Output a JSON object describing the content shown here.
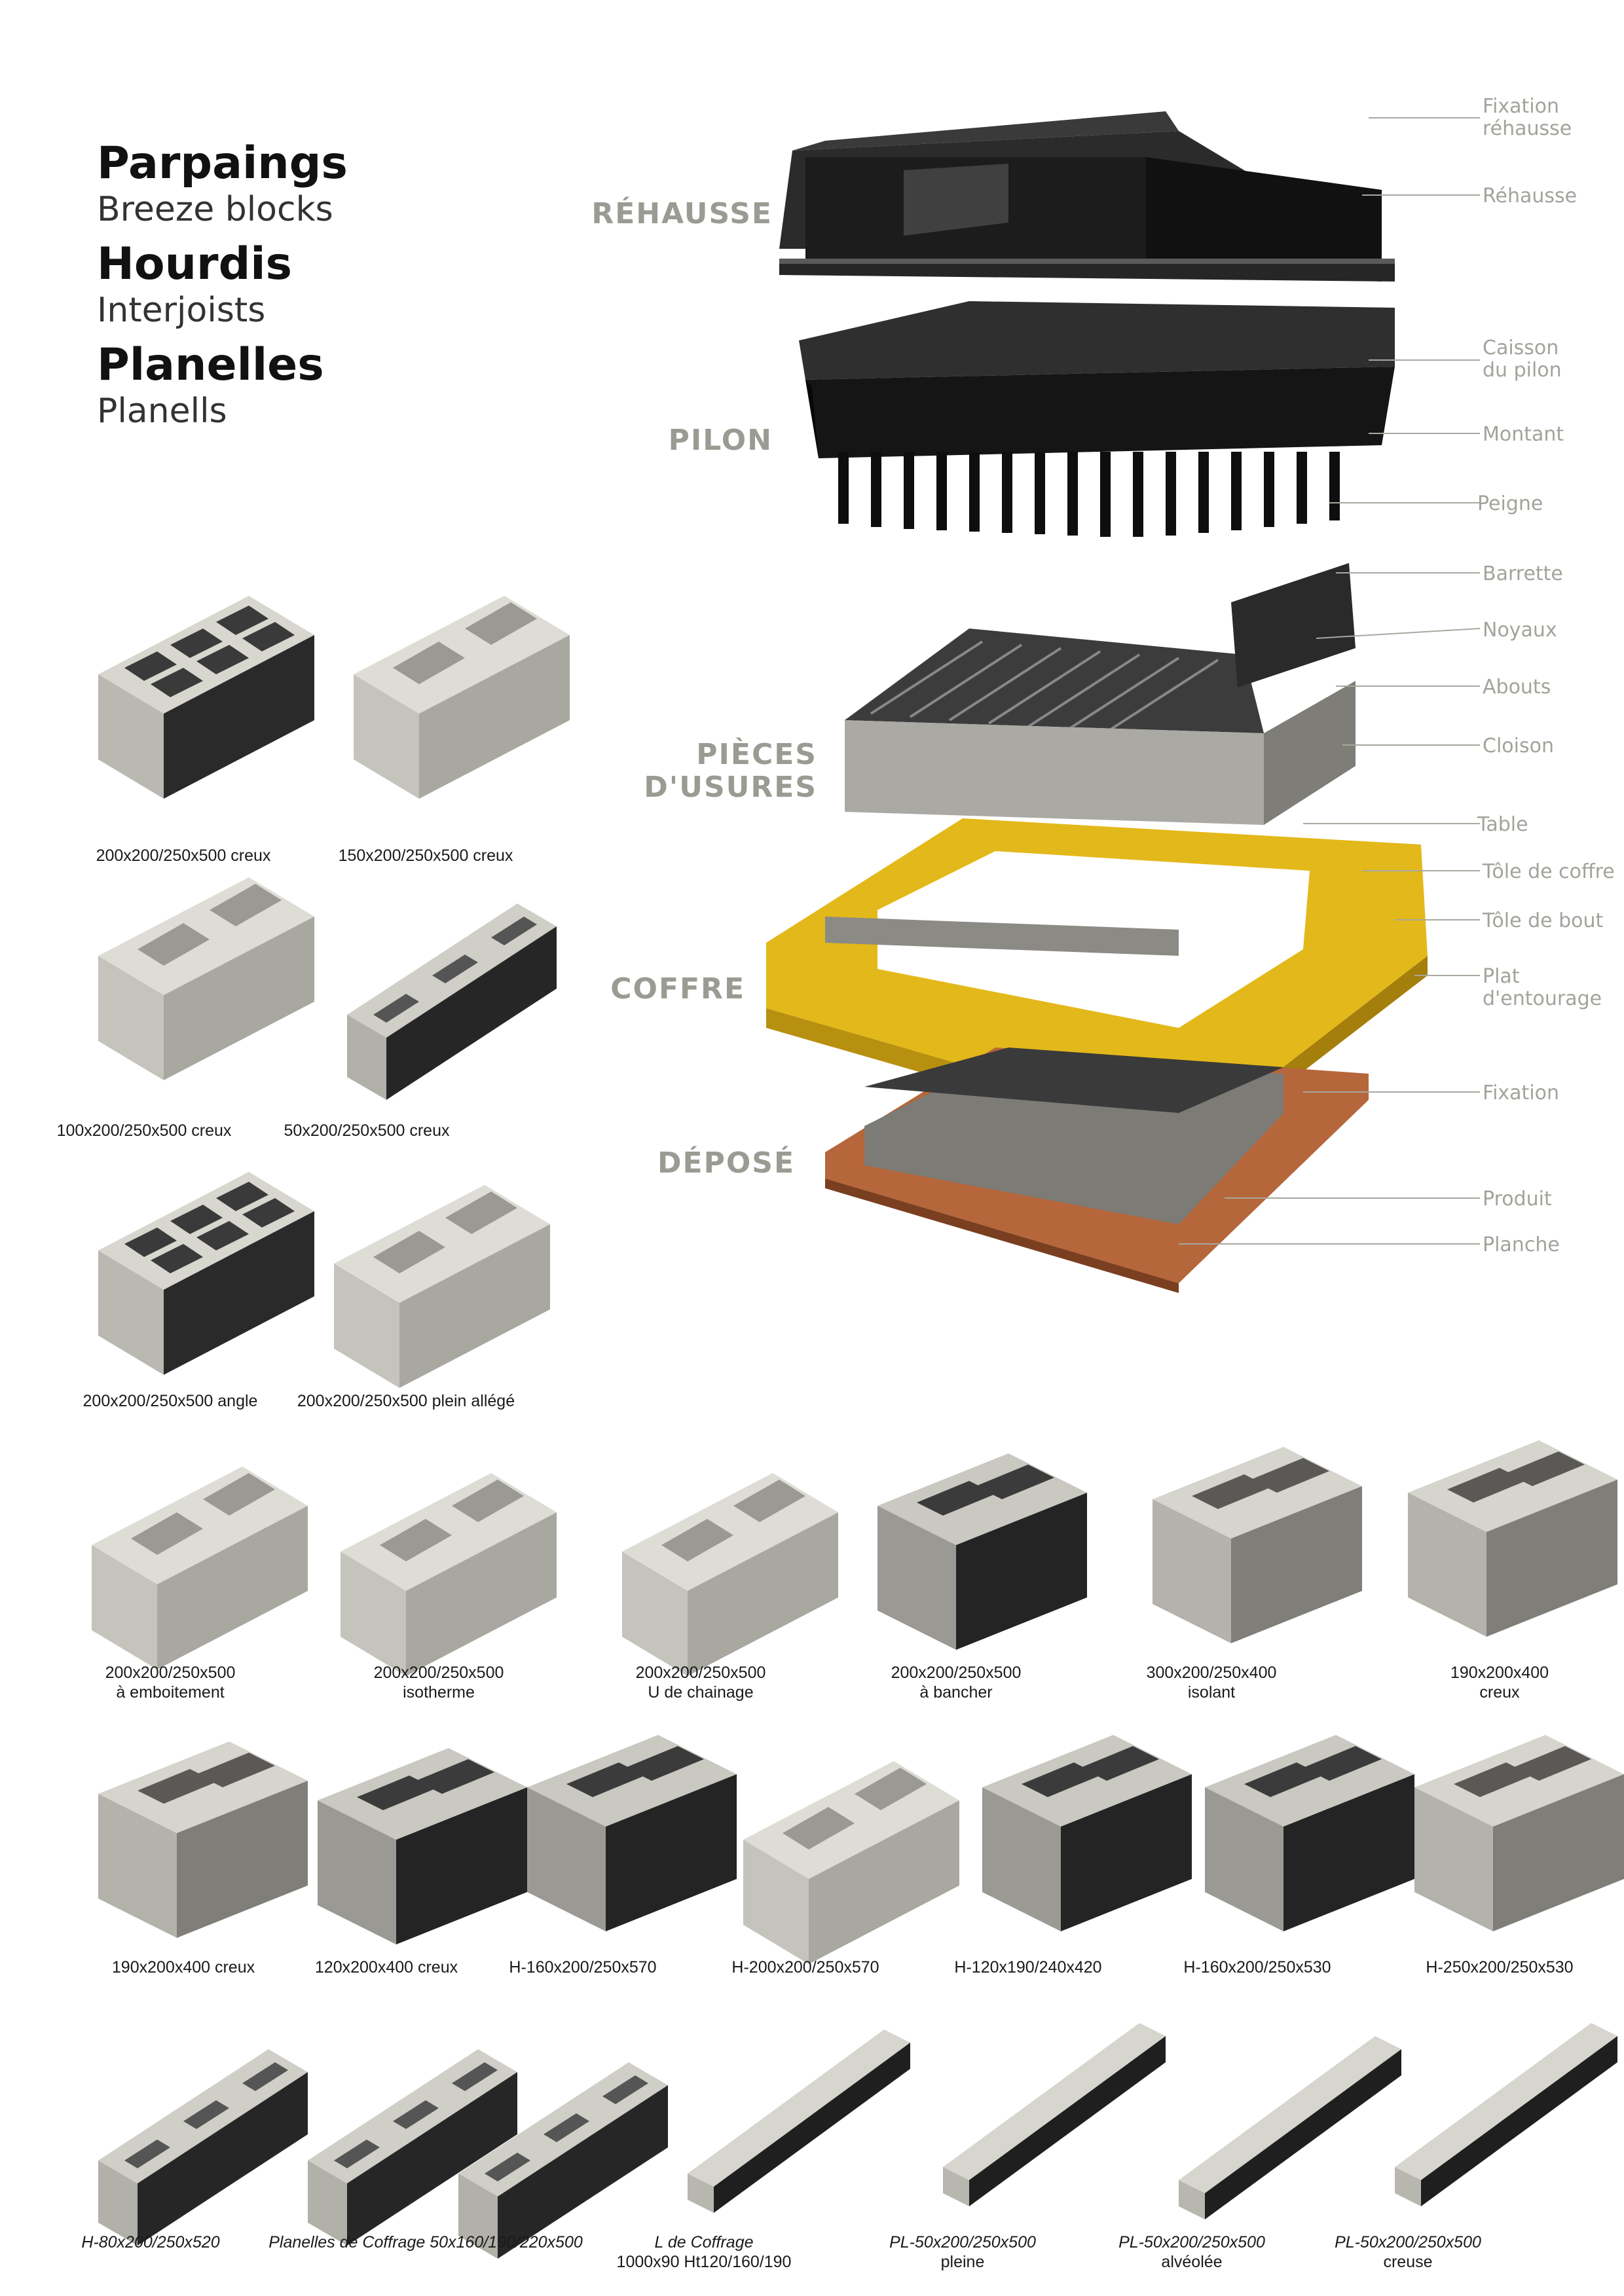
{
  "titles": [
    {
      "main": "Parpaings",
      "sub": "Breeze blocks"
    },
    {
      "main": "Hourdis",
      "sub": "Interjoists"
    },
    {
      "main": "Planelles",
      "sub": "Planells"
    }
  ],
  "sections": {
    "rehausse": "RÉHAUSSE",
    "pilon": "PILON",
    "pieces_line1": "PIÈCES",
    "pieces_line2": "D'USURES",
    "coffre": "COFFRE",
    "depose": "DÉPOSÉ"
  },
  "callouts": {
    "fixation_rehausse_1": "Fixation",
    "fixation_rehausse_2": "réhausse",
    "rehausse": "Réhausse",
    "caisson_1": "Caisson",
    "caisson_2": "du pilon",
    "montant": "Montant",
    "peigne": "Peigne",
    "barrette": "Barrette",
    "noyaux": "Noyaux",
    "abouts": "Abouts",
    "cloison": "Cloison",
    "table": "Table",
    "tole_coffre": "Tôle de coffre",
    "tole_bout": "Tôle de bout",
    "plat_1": "Plat",
    "plat_2": "d'entourage",
    "fixation": "Fixation",
    "produit": "Produit",
    "planche": "Planche"
  },
  "products": {
    "p1": "200x200/250x500 creux",
    "p2": "150x200/250x500 creux",
    "p3": "100x200/250x500 creux",
    "p4": "50x200/250x500 creux",
    "p5": "200x200/250x500 angle",
    "p6": "200x200/250x500 plein allégé",
    "r1": [
      {
        "l1": "200x200/250x500",
        "l2": "à emboitement"
      },
      {
        "l1": "200x200/250x500",
        "l2": "isotherme"
      },
      {
        "l1": "200x200/250x500",
        "l2": "U de chainage"
      },
      {
        "l1": "200x200/250x500",
        "l2": "à bancher"
      },
      {
        "l1": "300x200/250x400",
        "l2": "isolant"
      },
      {
        "l1": "190x200x400",
        "l2": "creux"
      }
    ],
    "r2": [
      "190x200x400 creux",
      "120x200x400 creux",
      "H-160x200/250x570",
      "H-200x200/250x570",
      "H-120x190/240x420",
      "H-160x200/250x530",
      "H-250x200/250x530"
    ],
    "r3": [
      {
        "l1": "H-80x200/250x520",
        "l2": ""
      },
      {
        "l1": "Planelles de Coffrage 50x160/190/220x500",
        "l2": ""
      },
      {
        "l1": "L de Coffrage",
        "l2": "1000x90 Ht120/160/190"
      },
      {
        "l1": "PL-50x200/250x500",
        "l2": "pleine"
      },
      {
        "l1": "PL-50x200/250x500",
        "l2": "alvéolée"
      },
      {
        "l1": "PL-50x200/250x500",
        "l2": "creuse"
      }
    ]
  },
  "colors": {
    "block_top": "#d7d6cf",
    "block_front": "#b9b8b1",
    "block_side": "#8f8e88",
    "block_dark": "#2a2a2a",
    "mould_black": "#1e1e1e",
    "mould_yellow": "#e3b81a",
    "board": "#b5663a",
    "label_grey": "#9b9b93"
  }
}
